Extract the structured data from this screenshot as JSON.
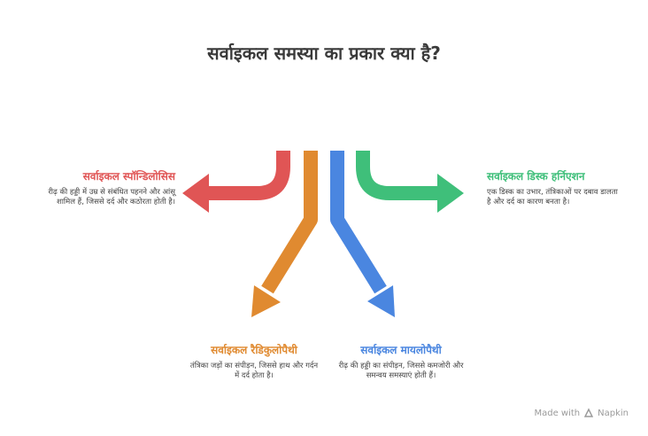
{
  "title": "सर्वाइकल समस्या का प्रकार क्या है?",
  "items": [
    {
      "label": "सर्वाइकल स्पॉन्डिलोसिस",
      "description": "रीढ़ की हड्डी में उम्र से संबंधित पहनने और आंसू शामिल हैं, जिससे दर्द और कठोरता होती है।",
      "color": "#e05555"
    },
    {
      "label": "सर्वाइकल डिस्क हर्निएशन",
      "description": "एक डिस्क का उभार, तंत्रिकाओं पर दबाव डालता है और दर्द का कारण बनता है।",
      "color": "#3fbf7a"
    },
    {
      "label": "सर्वाइकल रैडिकुलोपैथी",
      "description": "तंत्रिका जड़ों का संपीड़न, जिससे हाथ और गर्दन में दर्द होता है।",
      "color": "#e08a30"
    },
    {
      "label": "सर्वाइकल मायलोपैथी",
      "description": "रीढ़ की हड्डी का संपीड़न, जिससे कमजोरी और समन्वय समस्याएं होती हैं।",
      "color": "#4a86e0"
    }
  ],
  "watermark": {
    "text": "Made with",
    "brand": "Napkin"
  }
}
